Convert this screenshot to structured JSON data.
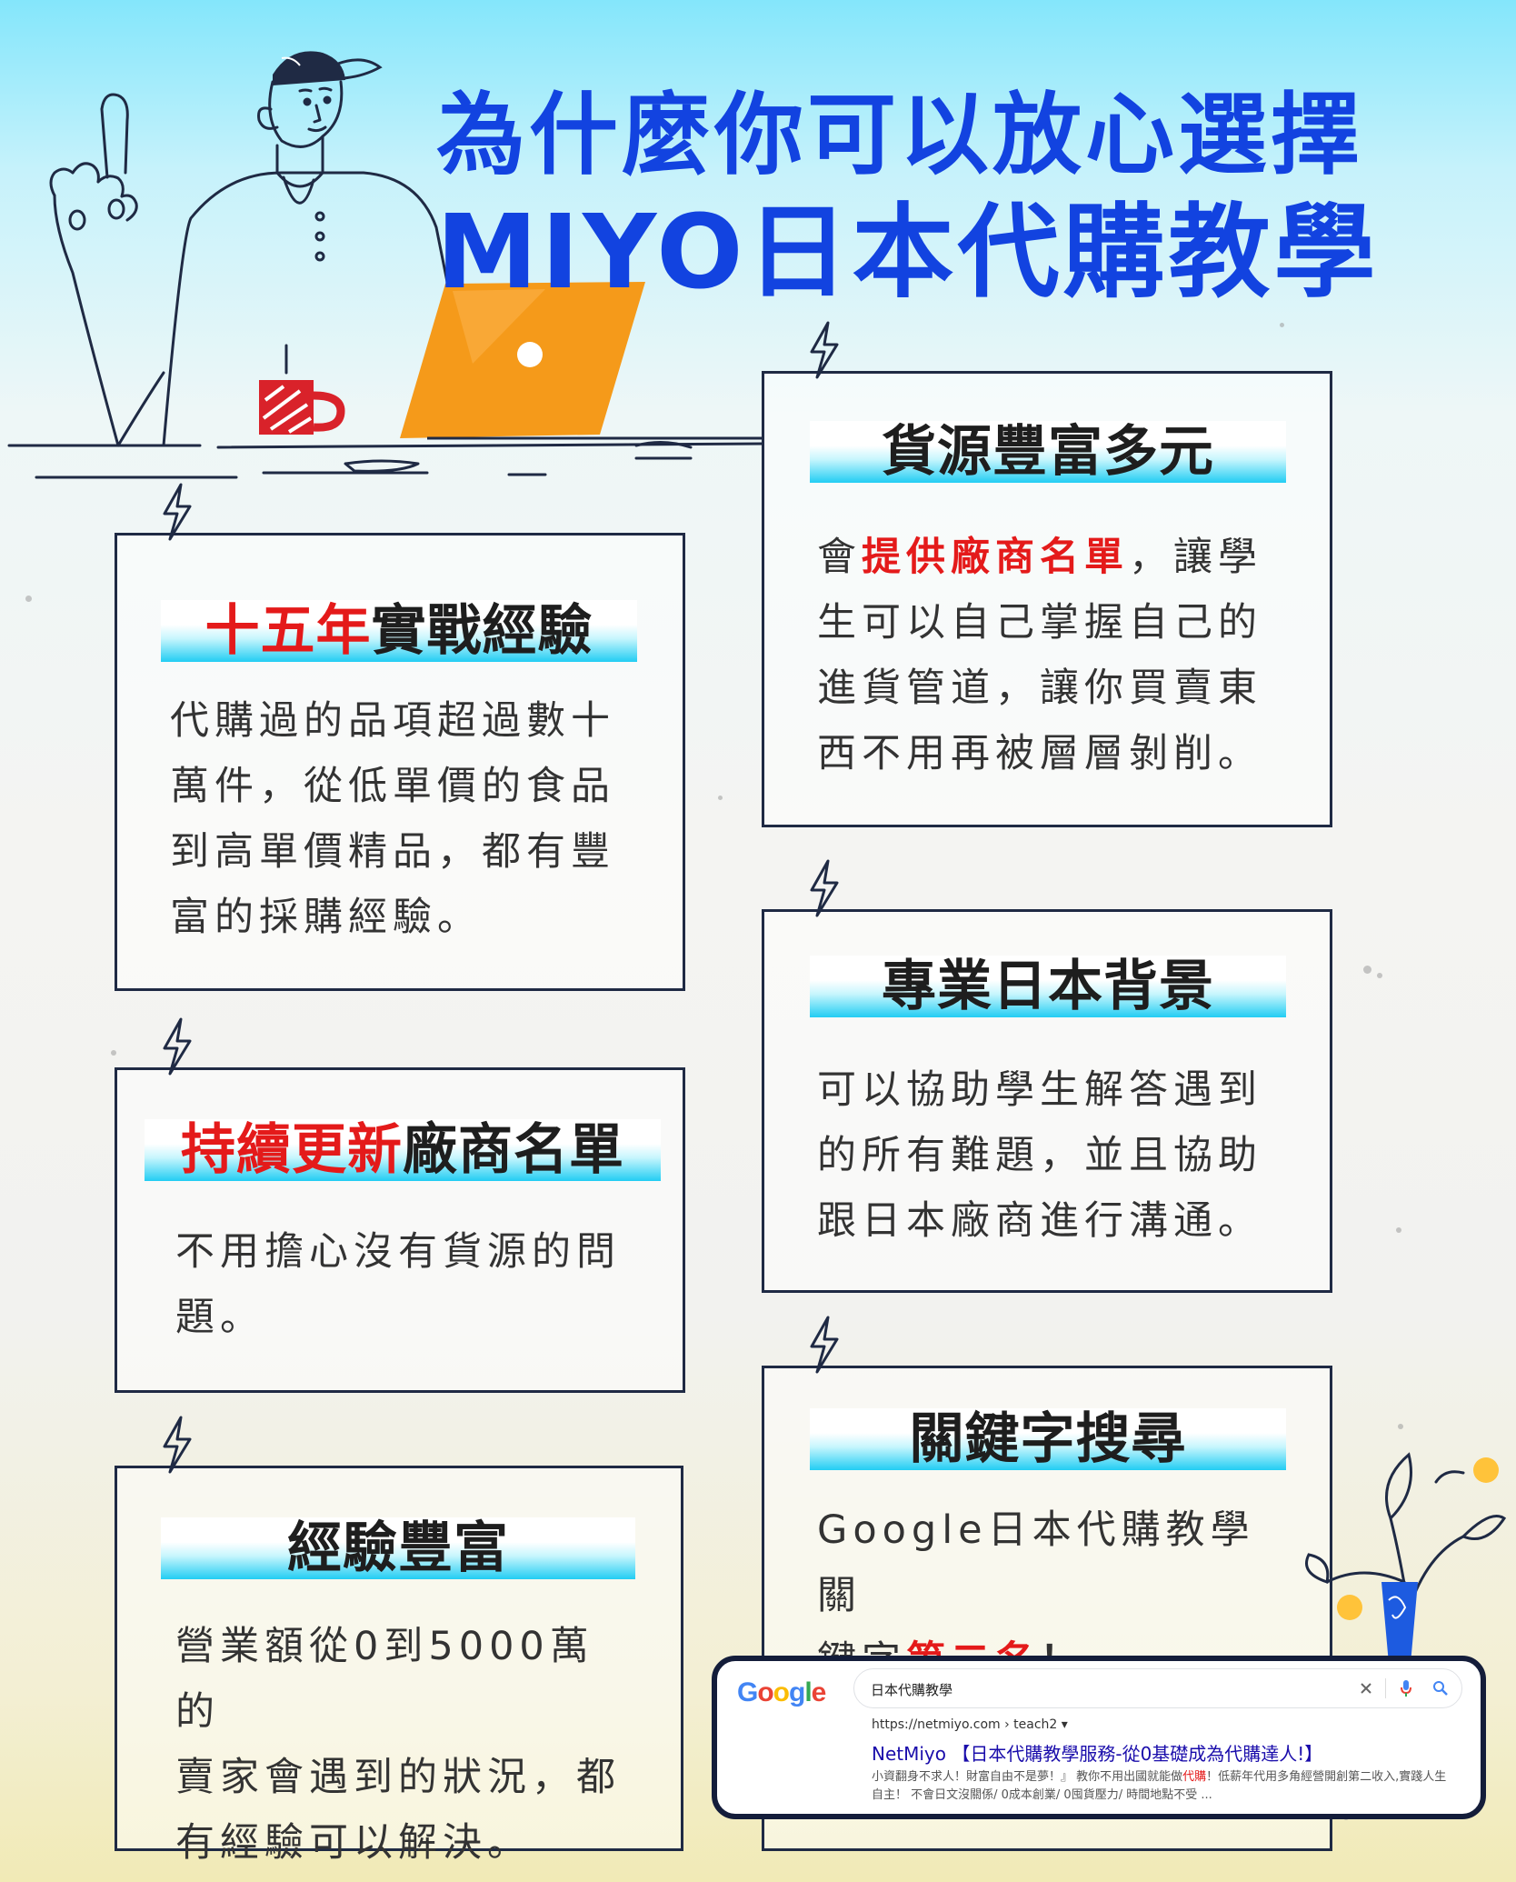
{
  "title": {
    "line1": "為什麼你可以放心選擇",
    "line2": "MIYO日本代購教學"
  },
  "cards": {
    "experience": {
      "head_red": "十五年",
      "head_rest": "實戰經驗",
      "lines": [
        "代購過的品項超過數十",
        "萬件，從低單價的食品",
        "到高單價精品，都有豐",
        "富的採購經驗。"
      ]
    },
    "vendor_list": {
      "head_red": "持續更新",
      "head_rest": "廠商名單",
      "lines": [
        "不用擔心沒有貨源的問",
        "題。"
      ]
    },
    "rich_exp": {
      "head": "經驗豐富",
      "lines": [
        "營業額從0到5000萬的",
        "賣家會遇到的狀況，都",
        "有經驗可以解決。"
      ]
    },
    "sources": {
      "head": "貨源豐富多元",
      "line1_pre": "會",
      "line1_red": "提供廠商名單",
      "line1_post": "，讓學",
      "lines": [
        "生可以自己掌握自己的",
        "進貨管道，讓你買賣東",
        "西不用再被層層剝削。"
      ]
    },
    "background": {
      "head": "專業日本背景",
      "lines": [
        "可以協助學生解答遇到",
        "的所有難題，並且協助",
        "跟日本廠商進行溝通。"
      ]
    },
    "keyword": {
      "head": "關鍵字搜尋",
      "line1": "Google日本代購教學關",
      "line2_pre": "鍵字",
      "line2_red": "第二名",
      "line2_post": "！"
    }
  },
  "google": {
    "logo_letters": [
      "G",
      "o",
      "o",
      "g",
      "l",
      "e"
    ],
    "query": "日本代購教學",
    "result_url": "https://netmiyo.com › teach2 ▾",
    "result_title": "NetMiyo 【日本代購教學服務-從0基礎成為代購達人!】",
    "snippet_pre": "小資翻身不求人！財富自由不是夢！』 教你不用出國就能做",
    "snippet_red": "代購",
    "snippet_post": "！低薪年代用多角經營開創第二收入,實踐人生自主！ 不會日文沒關係/ 0成本創業/ 0囤貨壓力/ 時間地點不受 ..."
  },
  "colors": {
    "title_blue": "#1243e0",
    "accent_red": "#e41a1a",
    "border_navy": "#1f2a44",
    "cyan": "#22cdf3",
    "laptop_orange": "#f59a1a",
    "mug_red": "#d9222a",
    "g_blue": "#4285f4",
    "g_red": "#ea4335",
    "g_yellow": "#fbbc05",
    "g_green": "#34a853"
  }
}
